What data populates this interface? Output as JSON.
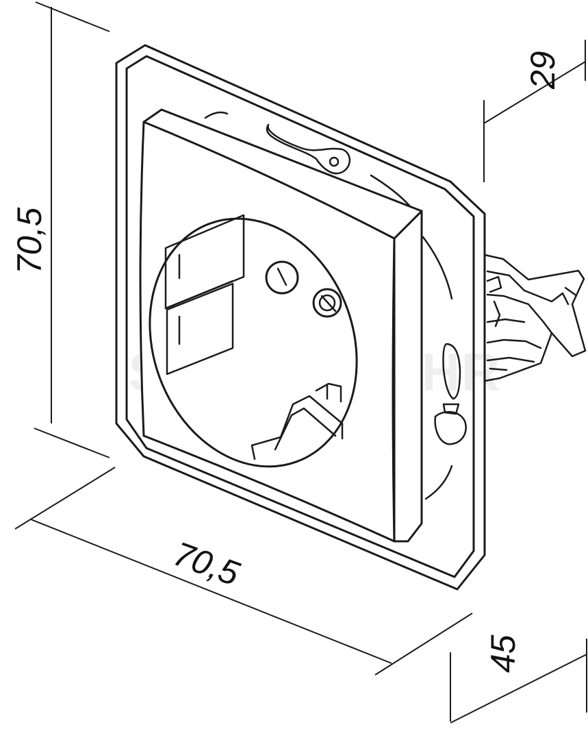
{
  "watermark": "STUBMAR.HR",
  "dimensions": {
    "height": "70,5",
    "width": "70,5",
    "depth_total": "45",
    "depth_front": "29"
  }
}
